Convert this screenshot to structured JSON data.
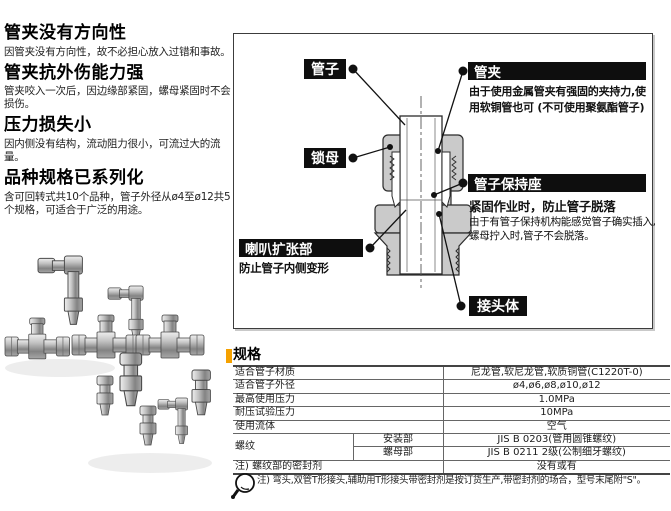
{
  "colors": {
    "label_bg": "#0e0e0e",
    "tab_marker": "#f5a100"
  },
  "features": {
    "items": [
      {
        "title": "管夹没有方向性",
        "body": "因管夹没有方向性，故不必担心放入过错和事故。"
      },
      {
        "title": "管夹抗外伤能力强",
        "body": "管夹咬入一次后，因边缘部紧固，螺母紧固时不会损伤。"
      },
      {
        "title": "压力损失小",
        "body": "因内侧没有结构，流动阻力很小，可流过大的流量。"
      },
      {
        "title": "品种规格已系列化",
        "body": "含可回转式共10个品种，管子外径从ø4至ø12共5个规格，可适合于广泛的用途。"
      }
    ]
  },
  "diagram": {
    "labels": {
      "tube": "管子",
      "clamp": "管夹",
      "clamp_desc": "由于使用金属管夹有强固的夹持力,使用软铜管也可 (不可使用聚氨酯管子)",
      "lock_nut": "锁母",
      "holder": "管子保持座",
      "holder_bold": "紧固作业时，防止管子脱落",
      "holder_desc": "由于有管子保持机构能感觉管子确实插入,螺母拧入时,管子不会脱落。",
      "flare": "喇叭扩张部",
      "flare_desc": "防止管子内侧变形",
      "body": "接头体"
    }
  },
  "spec": {
    "title": "规格",
    "rows": [
      {
        "label": "适合管子材质",
        "value": "尼龙管,软尼龙管,软质铜管(C1220T-0)"
      },
      {
        "label": "适合管子外径",
        "value": "ø4,ø6,ø8,ø10,ø12"
      },
      {
        "label": "最高使用压力",
        "value": "1.0MPa"
      },
      {
        "label": "耐压试验压力",
        "value": "10MPa"
      },
      {
        "label": "使用流体",
        "value": "空气"
      },
      {
        "label": "螺纹",
        "sub": "安装部",
        "value": "JIS B 0203(管用圆锥螺纹)"
      },
      {
        "sub": "螺母部",
        "value": "JIS B 0211 2级(公制细牙螺纹)"
      },
      {
        "label": "注) 螺纹部的密封剂",
        "value": "没有或有"
      }
    ],
    "note": "注) 弯头,双管T形接头,辅助用T形接头带密封剂是按订货生产,带密封剂的场合，型号末尾附\"S\"。"
  }
}
